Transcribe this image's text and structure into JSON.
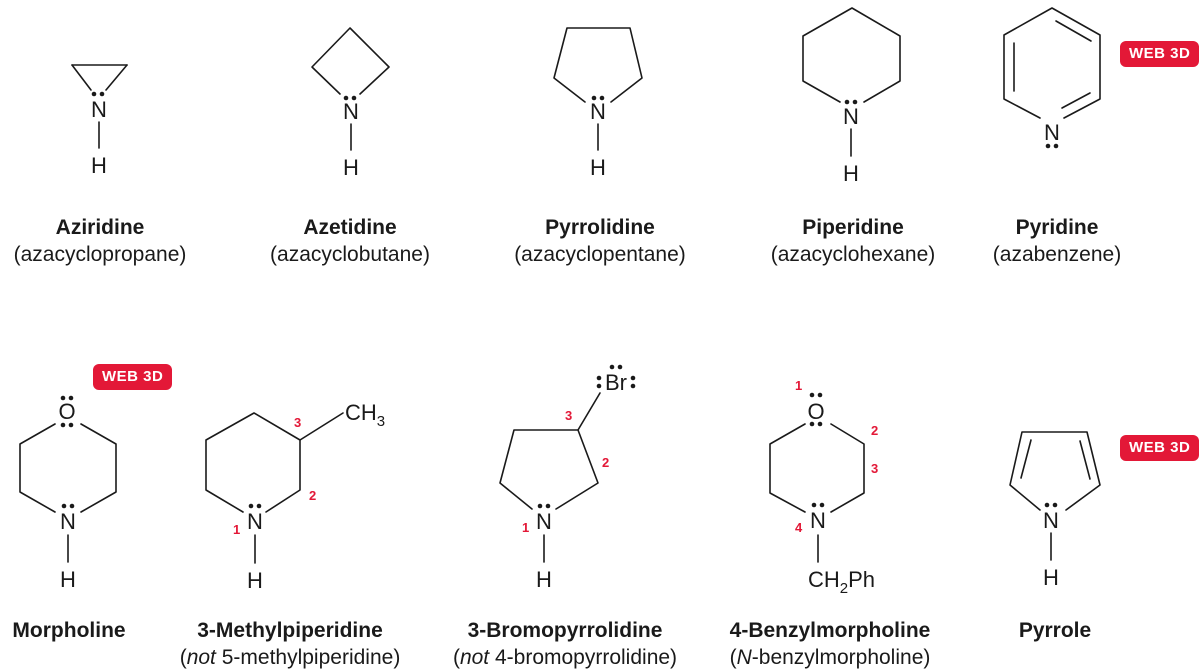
{
  "badge_label": "WEB 3D",
  "atoms": {
    "N": "N",
    "H": "H",
    "O": "O",
    "Br": "Br",
    "C": "C",
    "CH3": "CH",
    "CH3_sub": "3",
    "CH2Ph_a": "CH",
    "CH2Ph_sub": "2",
    "CH2Ph_b": "Ph"
  },
  "numbers": {
    "n1": "1",
    "n2": "2",
    "n3": "3",
    "n4": "4"
  },
  "compounds": {
    "aziridine": {
      "name": "Aziridine",
      "synonym": "(azacyclopropane)"
    },
    "azetidine": {
      "name": "Azetidine",
      "synonym": "(azacyclobutane)"
    },
    "pyrrolidine": {
      "name": "Pyrrolidine",
      "synonym": "(azacyclopentane)"
    },
    "piperidine": {
      "name": "Piperidine",
      "synonym": "(azacyclohexane)"
    },
    "pyridine": {
      "name": "Pyridine",
      "synonym": "(azabenzene)"
    },
    "morpholine": {
      "name": "Morpholine",
      "synonym": ""
    },
    "methylpiperidine": {
      "name": "3-Methylpiperidine",
      "synonym_italic": "not",
      "synonym_rest": " 5-methylpiperidine)"
    },
    "bromopyrrolidine": {
      "name": "3-Bromopyrrolidine",
      "synonym_italic": "not",
      "synonym_rest": " 4-bromopyrrolidine)"
    },
    "benzylmorpholine": {
      "name": "4-Benzylmorpholine",
      "synonym_italic": "N",
      "synonym_rest": "-benzylmorpholine)"
    },
    "pyrrole": {
      "name": "Pyrrole",
      "synonym": ""
    }
  },
  "colors": {
    "badge": "#e31837",
    "locant": "#e31837",
    "ink": "#1a1a1a"
  }
}
